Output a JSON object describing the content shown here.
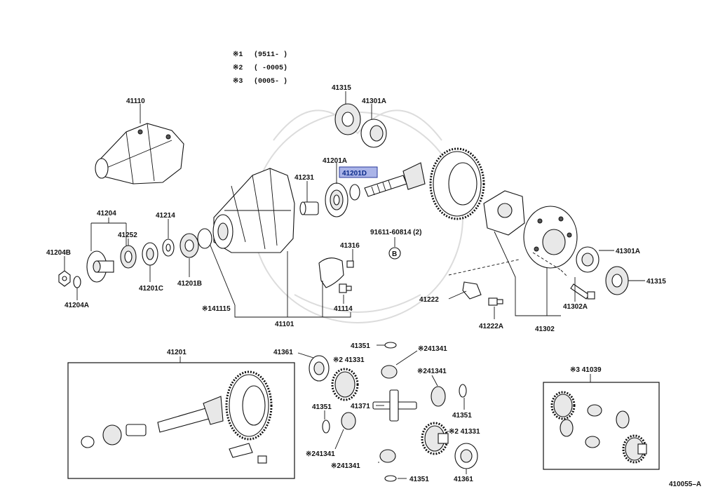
{
  "legend": {
    "line1_mark": "※1",
    "line1_text": "(9511-      )",
    "line2_mark": "※2",
    "line2_text": "(      -0005)",
    "line3_mark": "※3",
    "line3_text": "(0005-      )"
  },
  "labels": {
    "p41110": "41110",
    "p41315_top": "41315",
    "p41301A_top": "41301A",
    "p41201A": "41201A",
    "p41201D": "41201D",
    "p41231": "41231",
    "p41204": "41204",
    "p41214": "41214",
    "p41252": "41252",
    "p41204B": "41204B",
    "p41204A": "41204A",
    "p41201C": "41201C",
    "p41201B": "41201B",
    "p141115": "※141115",
    "p41101": "41101",
    "p41316": "41316",
    "p41114": "41114",
    "p91611": "91611-60814 (2)",
    "mark_B": "B",
    "p41301A_right": "41301A",
    "p41315_right": "41315",
    "p41222": "41222",
    "p41222A": "41222A",
    "p41302A": "41302A",
    "p41302": "41302",
    "p41201_box": "41201",
    "p41361_left": "41361",
    "p41351_top": "41351",
    "p241341_top": "※241341",
    "p241331_left": "※2 41331",
    "p241341_mid": "※241341",
    "p41351_left": "41351",
    "p41371": "41371",
    "p41351_right": "41351",
    "p241331_right": "※2 41331",
    "p241341_bl": "※241341",
    "p241341_bot": "※241341",
    "p41351_bot": "41351",
    "p41361_bot": "41361",
    "p341039": "※3 41039",
    "diagram_code": "410055–A"
  },
  "colors": {
    "highlight_fill": "#aab4e8",
    "highlight_stroke": "#2a3a9a"
  }
}
